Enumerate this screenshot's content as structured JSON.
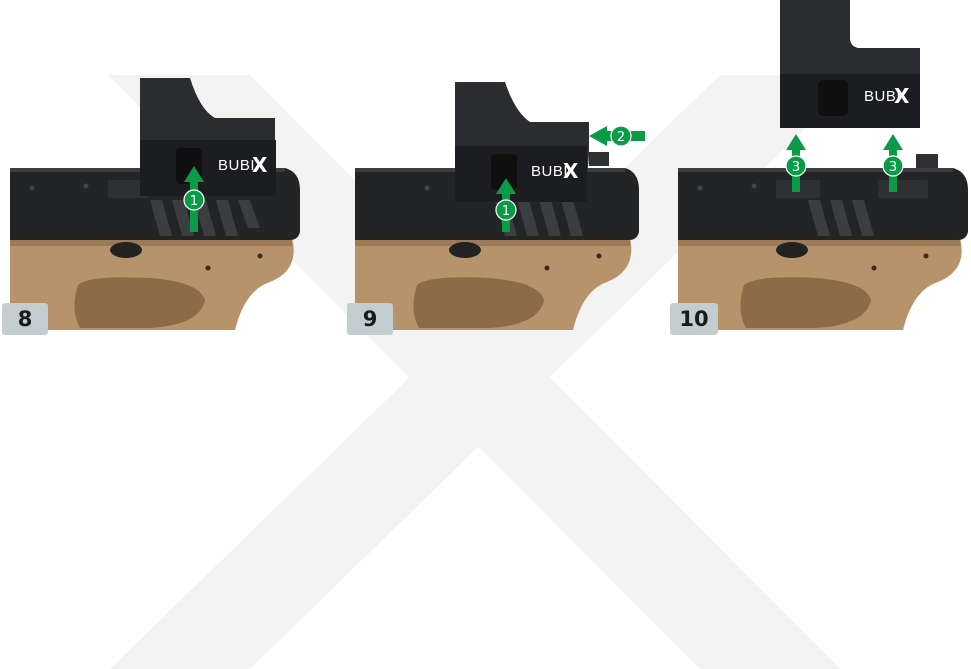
{
  "brand": {
    "name": "BUBI",
    "mark": "X"
  },
  "steps": [
    {
      "number": "8",
      "callouts": [
        "1"
      ]
    },
    {
      "number": "9",
      "callouts": [
        "1",
        "2"
      ]
    },
    {
      "number": "10",
      "callouts": [
        "3",
        "3"
      ]
    }
  ],
  "colors": {
    "arrow": "#0a9b46",
    "slide": "#222426",
    "frame": "#b6936a",
    "badge": "#c3cdd0",
    "watermark": "#f3f3f3"
  },
  "icons": [
    "green-up-arrow-icon",
    "green-left-arrow-icon"
  ]
}
